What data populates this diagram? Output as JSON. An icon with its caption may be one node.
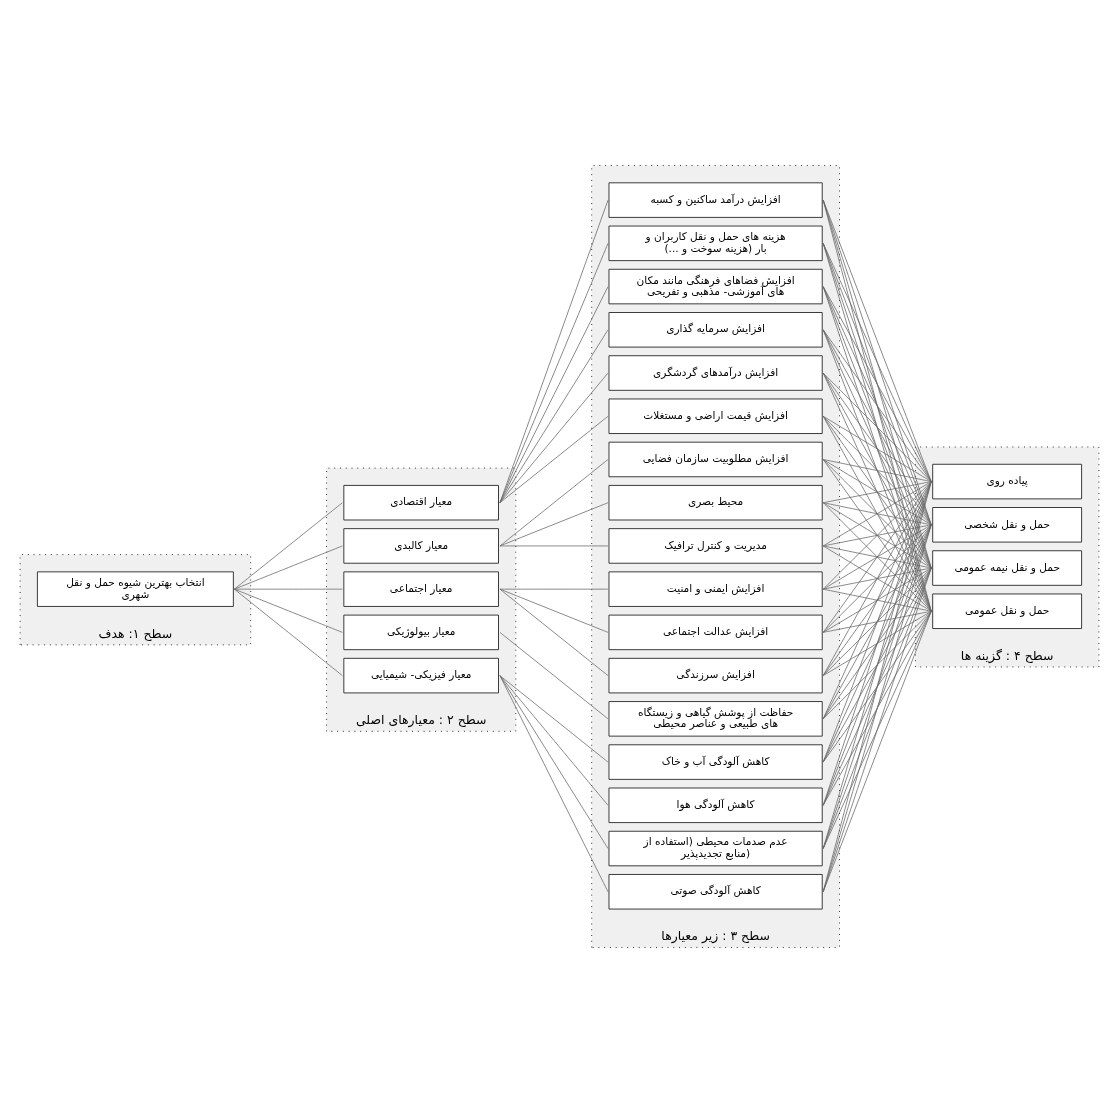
{
  "diagram": {
    "nodes": [
      {
        "text": [
          "سطح ۱: هدف"
        ]
      },
      {
        "text": [
          "انتخاب بهترین شیوه حمل و نقل شهری"
        ],
        "in": 0
      },
      {
        "text": [
          "سطح ۲ : معیارهای اصلی"
        ]
      },
      {
        "text": [
          "معیار فیزیکی- شیمیایی"
        ],
        "in": 2
      },
      {
        "text": [
          "معیار بیولوژیکی"
        ],
        "in": 2
      },
      {
        "text": [
          "معیار اجتماعی"
        ],
        "in": 2
      },
      {
        "text": [
          "معیار کالبدی"
        ],
        "in": 2
      },
      {
        "text": [
          "معیار اقتصادی"
        ],
        "in": 2
      },
      {
        "text": [
          "سطح ۳ : زیر معیارها"
        ]
      },
      {
        "text": [
          "کاهش آلودگی هوا"
        ],
        "in": 8
      },
      {
        "text": [
          "کاهش آلودگی آب و خاک"
        ],
        "in": 8
      },
      {
        "text": [
          "کاهش آلودگی صوتی"
        ],
        "in": 8
      },
      {
        "text": [
          "عدم صدمات محیطی (استفاده از منابع تجدیدپذیر)"
        ],
        "in": 8
      },
      {
        "text": [
          "حفاظت از پوشش گیاهی و زیستگاه های طبیعی و عناصر محیطی"
        ],
        "in": 8
      },
      {
        "text": [
          "افزایش عدالت اجتماعی"
        ],
        "in": 8
      },
      {
        "text": [
          "افزایش ایمنی و امنیت"
        ],
        "in": 8
      },
      {
        "text": [
          "افزایش سرزندگی"
        ],
        "in": 8
      },
      {
        "text": [
          "محیط بصری"
        ],
        "in": 8
      },
      {
        "text": [
          "افزایش مطلوبیت سازمان فضایی"
        ],
        "in": 8
      },
      {
        "text": [
          "مدیریت و کنترل ترافیک"
        ],
        "in": 8
      },
      {
        "text": [
          "هزینه های حمل و نقل کاربران و بار (هزینه سوخت و ...)"
        ],
        "in": 8
      },
      {
        "text": [
          "افزایش درآمد ساکنین و کسبه"
        ],
        "in": 8
      },
      {
        "text": [
          "افزایش قیمت اراضی و مستغلات"
        ],
        "in": 8
      },
      {
        "text": [
          "افزایش درآمدهای گردشگری"
        ],
        "in": 8
      },
      {
        "text": [
          "افزایش سرمایه گذاری"
        ],
        "in": 8
      },
      {
        "text": [
          "افزایش فضاهای فرهنگی مانند مکان های آموزشی- مذهبی و تفریحی"
        ],
        "in": 8
      },
      {
        "text": [
          "سطح ۴ : گزینه ها"
        ]
      },
      {
        "text": [
          "حمل و نقل عمومی"
        ],
        "in": 26
      },
      {
        "text": [
          "حمل و نقل نیمه عمومی"
        ],
        "in": 26
      },
      {
        "text": [
          "حمل و نقل شخصی"
        ],
        "in": 26
      },
      {
        "text": [
          "پیاده روی"
        ],
        "in": 26
      }
    ],
    "edges": [
      {
        "from": 1,
        "to": 3,
        "arrow": "none"
      },
      {
        "from": 1,
        "to": 4,
        "arrow": "none"
      },
      {
        "from": 1,
        "to": 5,
        "arrow": "none"
      },
      {
        "from": 1,
        "to": 6,
        "arrow": "none"
      },
      {
        "from": 1,
        "to": 7,
        "arrow": "none"
      },
      {
        "from": 3,
        "to": 9,
        "arrow": "none"
      },
      {
        "from": 3,
        "to": 10,
        "arrow": "none"
      },
      {
        "from": 3,
        "to": 11,
        "arrow": "none"
      },
      {
        "from": 3,
        "to": 12,
        "arrow": "none"
      },
      {
        "from": 4,
        "to": 13,
        "arrow": "none"
      },
      {
        "from": 5,
        "to": 14,
        "arrow": "none"
      },
      {
        "from": 5,
        "to": 15,
        "arrow": "none"
      },
      {
        "from": 5,
        "to": 16,
        "arrow": "none"
      },
      {
        "from": 6,
        "to": 17,
        "arrow": "none"
      },
      {
        "from": 6,
        "to": 18,
        "arrow": "none"
      },
      {
        "from": 6,
        "to": 19,
        "arrow": "none"
      },
      {
        "from": 7,
        "to": 20,
        "arrow": "none"
      },
      {
        "from": 7,
        "to": 21,
        "arrow": "none"
      },
      {
        "from": 7,
        "to": 22,
        "arrow": "none"
      },
      {
        "from": 7,
        "to": 23,
        "arrow": "none"
      },
      {
        "from": 7,
        "to": 24,
        "arrow": "none"
      },
      {
        "from": 7,
        "to": 25,
        "arrow": "none"
      },
      {
        "from": 9,
        "to": 27,
        "arrow": "none"
      },
      {
        "from": 9,
        "to": 28,
        "arrow": "none"
      },
      {
        "from": 9,
        "to": 29,
        "arrow": "none"
      },
      {
        "from": 9,
        "to": 30,
        "arrow": "none"
      },
      {
        "from": 10,
        "to": 27,
        "arrow": "none"
      },
      {
        "from": 10,
        "to": 28,
        "arrow": "none"
      },
      {
        "from": 10,
        "to": 29,
        "arrow": "none"
      },
      {
        "from": 10,
        "to": 30,
        "arrow": "none"
      },
      {
        "from": 11,
        "to": 27,
        "arrow": "none"
      },
      {
        "from": 11,
        "to": 28,
        "arrow": "none"
      },
      {
        "from": 11,
        "to": 29,
        "arrow": "none"
      },
      {
        "from": 11,
        "to": 30,
        "arrow": "none"
      },
      {
        "from": 12,
        "to": 27,
        "arrow": "none"
      },
      {
        "from": 12,
        "to": 28,
        "arrow": "none"
      },
      {
        "from": 12,
        "to": 29,
        "arrow": "none"
      },
      {
        "from": 12,
        "to": 30,
        "arrow": "none"
      },
      {
        "from": 13,
        "to": 27,
        "arrow": "none"
      },
      {
        "from": 13,
        "to": 28,
        "arrow": "none"
      },
      {
        "from": 13,
        "to": 29,
        "arrow": "none"
      },
      {
        "from": 13,
        "to": 30,
        "arrow": "none"
      },
      {
        "from": 14,
        "to": 27,
        "arrow": "none"
      },
      {
        "from": 14,
        "to": 28,
        "arrow": "none"
      },
      {
        "from": 14,
        "to": 29,
        "arrow": "none"
      },
      {
        "from": 14,
        "to": 30,
        "arrow": "none"
      },
      {
        "from": 15,
        "to": 27,
        "arrow": "none"
      },
      {
        "from": 15,
        "to": 28,
        "arrow": "none"
      },
      {
        "from": 15,
        "to": 29,
        "arrow": "none"
      },
      {
        "from": 15,
        "to": 30,
        "arrow": "none"
      },
      {
        "from": 16,
        "to": 27,
        "arrow": "none"
      },
      {
        "from": 16,
        "to": 28,
        "arrow": "none"
      },
      {
        "from": 16,
        "to": 29,
        "arrow": "none"
      },
      {
        "from": 16,
        "to": 30,
        "arrow": "none"
      },
      {
        "from": 17,
        "to": 27,
        "arrow": "none"
      },
      {
        "from": 17,
        "to": 28,
        "arrow": "none"
      },
      {
        "from": 17,
        "to": 29,
        "arrow": "none"
      },
      {
        "from": 17,
        "to": 30,
        "arrow": "none"
      },
      {
        "from": 18,
        "to": 27,
        "arrow": "none"
      },
      {
        "from": 18,
        "to": 28,
        "arrow": "none"
      },
      {
        "from": 18,
        "to": 29,
        "arrow": "none"
      },
      {
        "from": 18,
        "to": 30,
        "arrow": "none"
      },
      {
        "from": 19,
        "to": 27,
        "arrow": "none"
      },
      {
        "from": 19,
        "to": 28,
        "arrow": "none"
      },
      {
        "from": 19,
        "to": 29,
        "arrow": "none"
      },
      {
        "from": 19,
        "to": 30,
        "arrow": "none"
      },
      {
        "from": 20,
        "to": 27,
        "arrow": "none"
      },
      {
        "from": 20,
        "to": 28,
        "arrow": "none"
      },
      {
        "from": 20,
        "to": 29,
        "arrow": "none"
      },
      {
        "from": 20,
        "to": 30,
        "arrow": "none"
      },
      {
        "from": 21,
        "to": 27,
        "arrow": "none"
      },
      {
        "from": 21,
        "to": 28,
        "arrow": "none"
      },
      {
        "from": 21,
        "to": 29,
        "arrow": "none"
      },
      {
        "from": 21,
        "to": 30,
        "arrow": "none"
      },
      {
        "from": 22,
        "to": 27,
        "arrow": "none"
      },
      {
        "from": 22,
        "to": 28,
        "arrow": "none"
      },
      {
        "from": 22,
        "to": 29,
        "arrow": "none"
      },
      {
        "from": 22,
        "to": 30,
        "arrow": "none"
      },
      {
        "from": 23,
        "to": 27,
        "arrow": "none"
      },
      {
        "from": 23,
        "to": 28,
        "arrow": "none"
      },
      {
        "from": 23,
        "to": 29,
        "arrow": "none"
      },
      {
        "from": 23,
        "to": 30,
        "arrow": "none"
      },
      {
        "from": 24,
        "to": 27,
        "arrow": "none"
      },
      {
        "from": 24,
        "to": 28,
        "arrow": "none"
      },
      {
        "from": 24,
        "to": 29,
        "arrow": "none"
      },
      {
        "from": 24,
        "to": 30,
        "arrow": "none"
      },
      {
        "from": 25,
        "to": 27,
        "arrow": "none"
      },
      {
        "from": 25,
        "to": 28,
        "arrow": "none"
      },
      {
        "from": 25,
        "to": 29,
        "arrow": "none"
      },
      {
        "from": 25,
        "to": 30,
        "arrow": "none"
      }
    ]
  }
}
